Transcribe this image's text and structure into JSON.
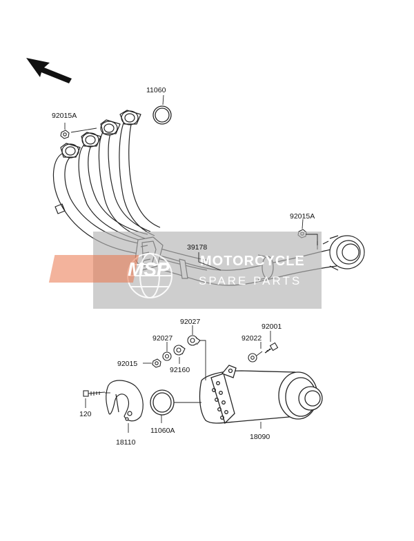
{
  "watermark": {
    "logo_text": "MSP",
    "title": "MOTORCYCLE",
    "subtitle": "SPARE PARTS",
    "colors": {
      "band": "#b4b4b4",
      "logo": "#e9744a"
    }
  },
  "direction_arrow": {
    "icon": "front-direction-arrow"
  },
  "parts": [
    {
      "id": "11060"
    },
    {
      "id": "92015A"
    },
    {
      "id": "92015A"
    },
    {
      "id": "39178"
    },
    {
      "id": "92027"
    },
    {
      "id": "92027"
    },
    {
      "id": "92001"
    },
    {
      "id": "92022"
    },
    {
      "id": "92015"
    },
    {
      "id": "92160"
    },
    {
      "id": "120"
    },
    {
      "id": "18110"
    },
    {
      "id": "11060A"
    },
    {
      "id": "18090"
    }
  ]
}
